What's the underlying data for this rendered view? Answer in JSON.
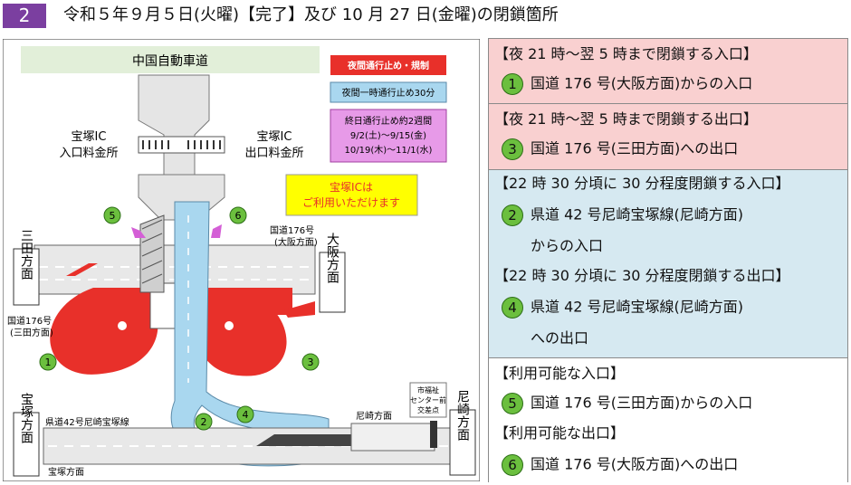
{
  "header": {
    "number": "2",
    "title": "令和５年９月５日(火曜)【完了】及び 10 月 27 日(金曜)の閉鎖箇所"
  },
  "map": {
    "expressway": "中国自動車道",
    "legend_night": "夜間通行止め・規制",
    "legend_short": "夜間一時通行止め30分",
    "legend_allday": [
      "終日通行止め約2週間",
      "9/2(土)～9/15(金)",
      "10/19(木)～11/1(水)"
    ],
    "notice": [
      "宝塚ICは",
      "ご利用いただけます"
    ],
    "ic_entrance": [
      "宝塚IC",
      "入口料金所"
    ],
    "ic_exit": [
      "宝塚IC",
      "出口料金所"
    ],
    "route176_osaka": [
      "国道176号",
      "(大阪方面)"
    ],
    "route176_sanda": [
      "国道176号",
      "(三田方面)"
    ],
    "sanda_box": "三田方面",
    "osaka_box": "大阪方面",
    "takarazuka_box": "宝塚方面",
    "amagasaki_box": "尼崎方面",
    "pref42": "県道42号尼崎宝塚線",
    "amagasaki_dir": "尼崎方面",
    "takarazuka_dir": "宝塚方面",
    "intersection": [
      "市福祉",
      "センター前",
      "交差点"
    ],
    "markers": [
      "1",
      "2",
      "3",
      "4",
      "5",
      "6"
    ],
    "colors": {
      "night": "#e8302a",
      "short": "#a9d7ef",
      "allday": "#d45fd6",
      "notice": "#ffff00",
      "marker": "#6bbf3e"
    }
  },
  "panel": {
    "s1_head": "【夜 21 時～翌 5 時まで閉鎖する入口】",
    "s1_item": "国道 176 号(大阪方面)からの入口",
    "s2_head": "【夜 21 時～翌 5 時まで閉鎖する出口】",
    "s2_item": "国道 176 号(三田方面)への出口",
    "s3_head": "【22 時 30 分頃に 30 分程度閉鎖する入口】",
    "s3_item": "県道 42 号尼崎宝塚線(尼崎方面)",
    "s3_item2": "からの入口",
    "s4_head": "【22 時 30 分頃に 30 分程度閉鎖する出口】",
    "s4_item": "県道 42 号尼崎宝塚線(尼崎方面)",
    "s4_item2": "への出口",
    "s5_head": "【利用可能な入口】",
    "s5_item": "国道 176 号(三田方面)からの入口",
    "s6_head": "【利用可能な出口】",
    "s6_item": "国道 176 号(大阪方面)への出口",
    "nums": [
      "1",
      "3",
      "2",
      "4",
      "5",
      "6"
    ]
  }
}
